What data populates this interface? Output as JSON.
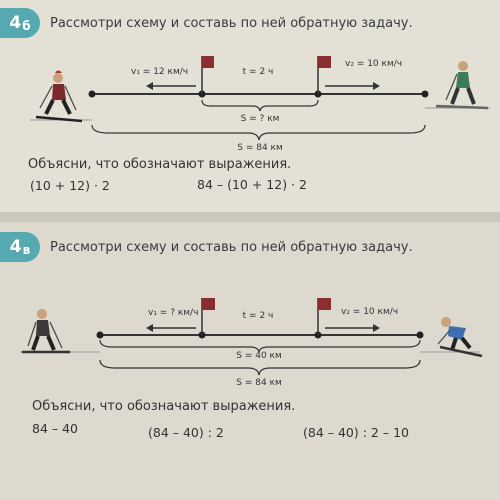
{
  "task1": {
    "number": "4",
    "letter": "б",
    "text": "Рассмотри схему и составь по ней обратную задачу.",
    "v1": "v₁ = 12 км/ч",
    "t": "t = 2 ч",
    "v2": "v₂ = 10 км/ч",
    "s_unknown": "S = ? км",
    "s_total": "S = 84 км",
    "explain": "Объясни, что обозначают выражения.",
    "expr1": "(10 + 12) · 2",
    "expr2": "84 – (10 + 12) · 2"
  },
  "task2": {
    "number": "4",
    "letter": "в",
    "text": "Рассмотри схему и составь по ней обратную задачу.",
    "v1": "v₁ = ? км/ч",
    "t": "t = 2 ч",
    "v2": "v₂ = 10 км/ч",
    "s_mid": "S = 40 км",
    "s_total": "S = 84 км",
    "explain": "Объясни, что обозначают выражения.",
    "expr1": "84 – 40",
    "expr2": "(84 – 40) : 2",
    "expr3": "(84 – 40) : 2 – 10"
  },
  "colors": {
    "accent": "#56a9b0",
    "flag": "#8a2f2f"
  }
}
